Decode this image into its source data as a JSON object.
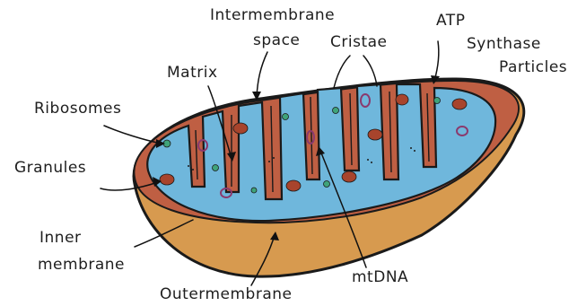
{
  "labels": {
    "intermembrane_line1": "Intermembrane",
    "intermembrane_line2": "space",
    "cristae": "Cristae",
    "atp_line1": "ATP",
    "atp_line2": "Synthase",
    "atp_line3": "Particles",
    "matrix": "Matrix",
    "ribosomes": "Ribosomes",
    "granules": "Granules",
    "inner_line1": "Inner",
    "inner_line2": "membrane",
    "mtdna": "mtDNA",
    "outer": "Outermembrane"
  },
  "colors": {
    "outer_membrane": "#d79a4f",
    "intermembrane_space": "#bf5f43",
    "matrix": "#6fb7dc",
    "ribosome": "#3fa37a",
    "granule": "#a8442c",
    "dna_ring": "#8a3a6e",
    "outline": "#1a1a1a"
  }
}
